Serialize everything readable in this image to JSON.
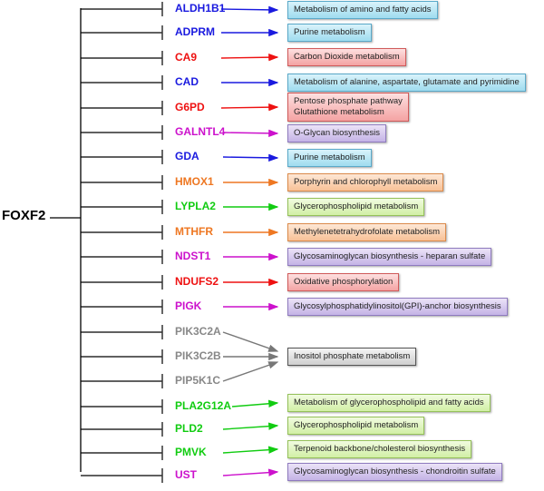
{
  "root_gene": "FOXF2",
  "colors": {
    "blue": "#1a1adf",
    "red": "#ee1111",
    "purple": "#cc11cc",
    "orange": "#ee7722",
    "green": "#11cc11",
    "gray": "#888888"
  },
  "genes": [
    {
      "name": "ALDH1B1",
      "color": "blue"
    },
    {
      "name": "ADPRM",
      "color": "blue"
    },
    {
      "name": "CA9",
      "color": "red"
    },
    {
      "name": "CAD",
      "color": "blue"
    },
    {
      "name": "G6PD",
      "color": "red"
    },
    {
      "name": "GALNTL4",
      "color": "purple"
    },
    {
      "name": "GDA",
      "color": "blue"
    },
    {
      "name": "HMOX1",
      "color": "orange"
    },
    {
      "name": "LYPLA2",
      "color": "green"
    },
    {
      "name": "MTHFR",
      "color": "orange"
    },
    {
      "name": "NDST1",
      "color": "purple"
    },
    {
      "name": "NDUFS2",
      "color": "red"
    },
    {
      "name": "PIGK",
      "color": "purple"
    },
    {
      "name": "PIK3C2A",
      "color": "gray"
    },
    {
      "name": "PIK3C2B",
      "color": "gray"
    },
    {
      "name": "PIP5K1C",
      "color": "gray"
    },
    {
      "name": "PLA2G12A",
      "color": "green"
    },
    {
      "name": "PLD2",
      "color": "green"
    },
    {
      "name": "PMVK",
      "color": "green"
    },
    {
      "name": "UST",
      "color": "purple"
    }
  ],
  "pathways": [
    {
      "lines": [
        "Metabolism of amino and fatty acids"
      ],
      "color": "blue",
      "genes": [
        0
      ]
    },
    {
      "lines": [
        "Purine metabolism"
      ],
      "color": "blue",
      "genes": [
        1
      ]
    },
    {
      "lines": [
        "Carbon Dioxide metabolism"
      ],
      "color": "red",
      "genes": [
        2
      ]
    },
    {
      "lines": [
        "Metabolism of alanine, aspartate, glutamate and pyrimidine"
      ],
      "color": "blue",
      "genes": [
        3
      ]
    },
    {
      "lines": [
        "Pentose phosphate pathway",
        "Glutathione metabolism"
      ],
      "color": "red",
      "genes": [
        4
      ]
    },
    {
      "lines": [
        "O-Glycan biosynthesis"
      ],
      "color": "purple",
      "genes": [
        5
      ]
    },
    {
      "lines": [
        "Purine metabolism"
      ],
      "color": "blue",
      "genes": [
        6
      ]
    },
    {
      "lines": [
        "Porphyrin and chlorophyll metabolism"
      ],
      "color": "orange",
      "genes": [
        7
      ]
    },
    {
      "lines": [
        "Glycerophospholipid metabolism"
      ],
      "color": "green",
      "genes": [
        8
      ]
    },
    {
      "lines": [
        "Methylenetetrahydrofolate metabolism"
      ],
      "color": "orange",
      "genes": [
        9
      ]
    },
    {
      "lines": [
        "Glycosaminoglycan biosynthesis - heparan sulfate"
      ],
      "color": "purple",
      "genes": [
        10
      ]
    },
    {
      "lines": [
        "Oxidative phosphorylation"
      ],
      "color": "red",
      "genes": [
        11
      ]
    },
    {
      "lines": [
        "Glycosylphosphatidylinositol(GPI)-anchor biosynthesis"
      ],
      "color": "purple",
      "genes": [
        12
      ]
    },
    {
      "lines": [
        "Inositol phosphate metabolism"
      ],
      "color": "gray",
      "genes": [
        13,
        14,
        15
      ]
    },
    {
      "lines": [
        "Metabolism of glycerophospholipid and fatty acids"
      ],
      "color": "green",
      "genes": [
        16
      ]
    },
    {
      "lines": [
        "Glycerophospholipid metabolism"
      ],
      "color": "green",
      "genes": [
        17
      ]
    },
    {
      "lines": [
        "Terpenoid backbone/cholesterol biosynthesis"
      ],
      "color": "green",
      "genes": [
        18
      ]
    },
    {
      "lines": [
        "Glycosaminoglycan biosynthesis - chondroitin sulfate"
      ],
      "color": "purple",
      "genes": [
        19
      ]
    }
  ]
}
